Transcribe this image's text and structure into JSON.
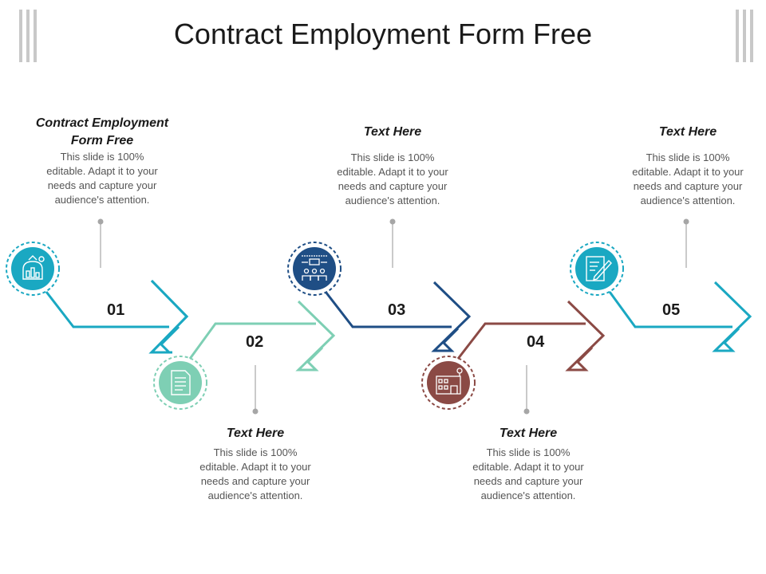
{
  "title": "Contract Employment Form Free",
  "steps": [
    {
      "number": "01",
      "heading": "Contract Employment Form Free",
      "body": "This slide is 100% editable. Adapt it to your needs and capture your audience's attention.",
      "color": "#1AA8C2",
      "icon": "house-money-icon"
    },
    {
      "number": "02",
      "heading": "Text Here",
      "body": "This slide is 100% editable. Adapt it to your needs and capture your audience's attention.",
      "color": "#7ECFB4",
      "icon": "document-icon"
    },
    {
      "number": "03",
      "heading": "Text Here",
      "body": "This slide is 100% editable. Adapt it to your needs and capture your audience's attention.",
      "color": "#1F4E85",
      "icon": "team-presentation-icon"
    },
    {
      "number": "04",
      "heading": "Text Here",
      "body": "This slide is 100% editable. Adapt it to your needs and capture your audience's attention.",
      "color": "#8B4A45",
      "icon": "office-building-icon"
    },
    {
      "number": "05",
      "heading": "Text Here",
      "body": "This slide is 100% editable. Adapt it to your needs and capture your audience's attention.",
      "color": "#1AA8C2",
      "icon": "contract-signing-icon"
    }
  ]
}
